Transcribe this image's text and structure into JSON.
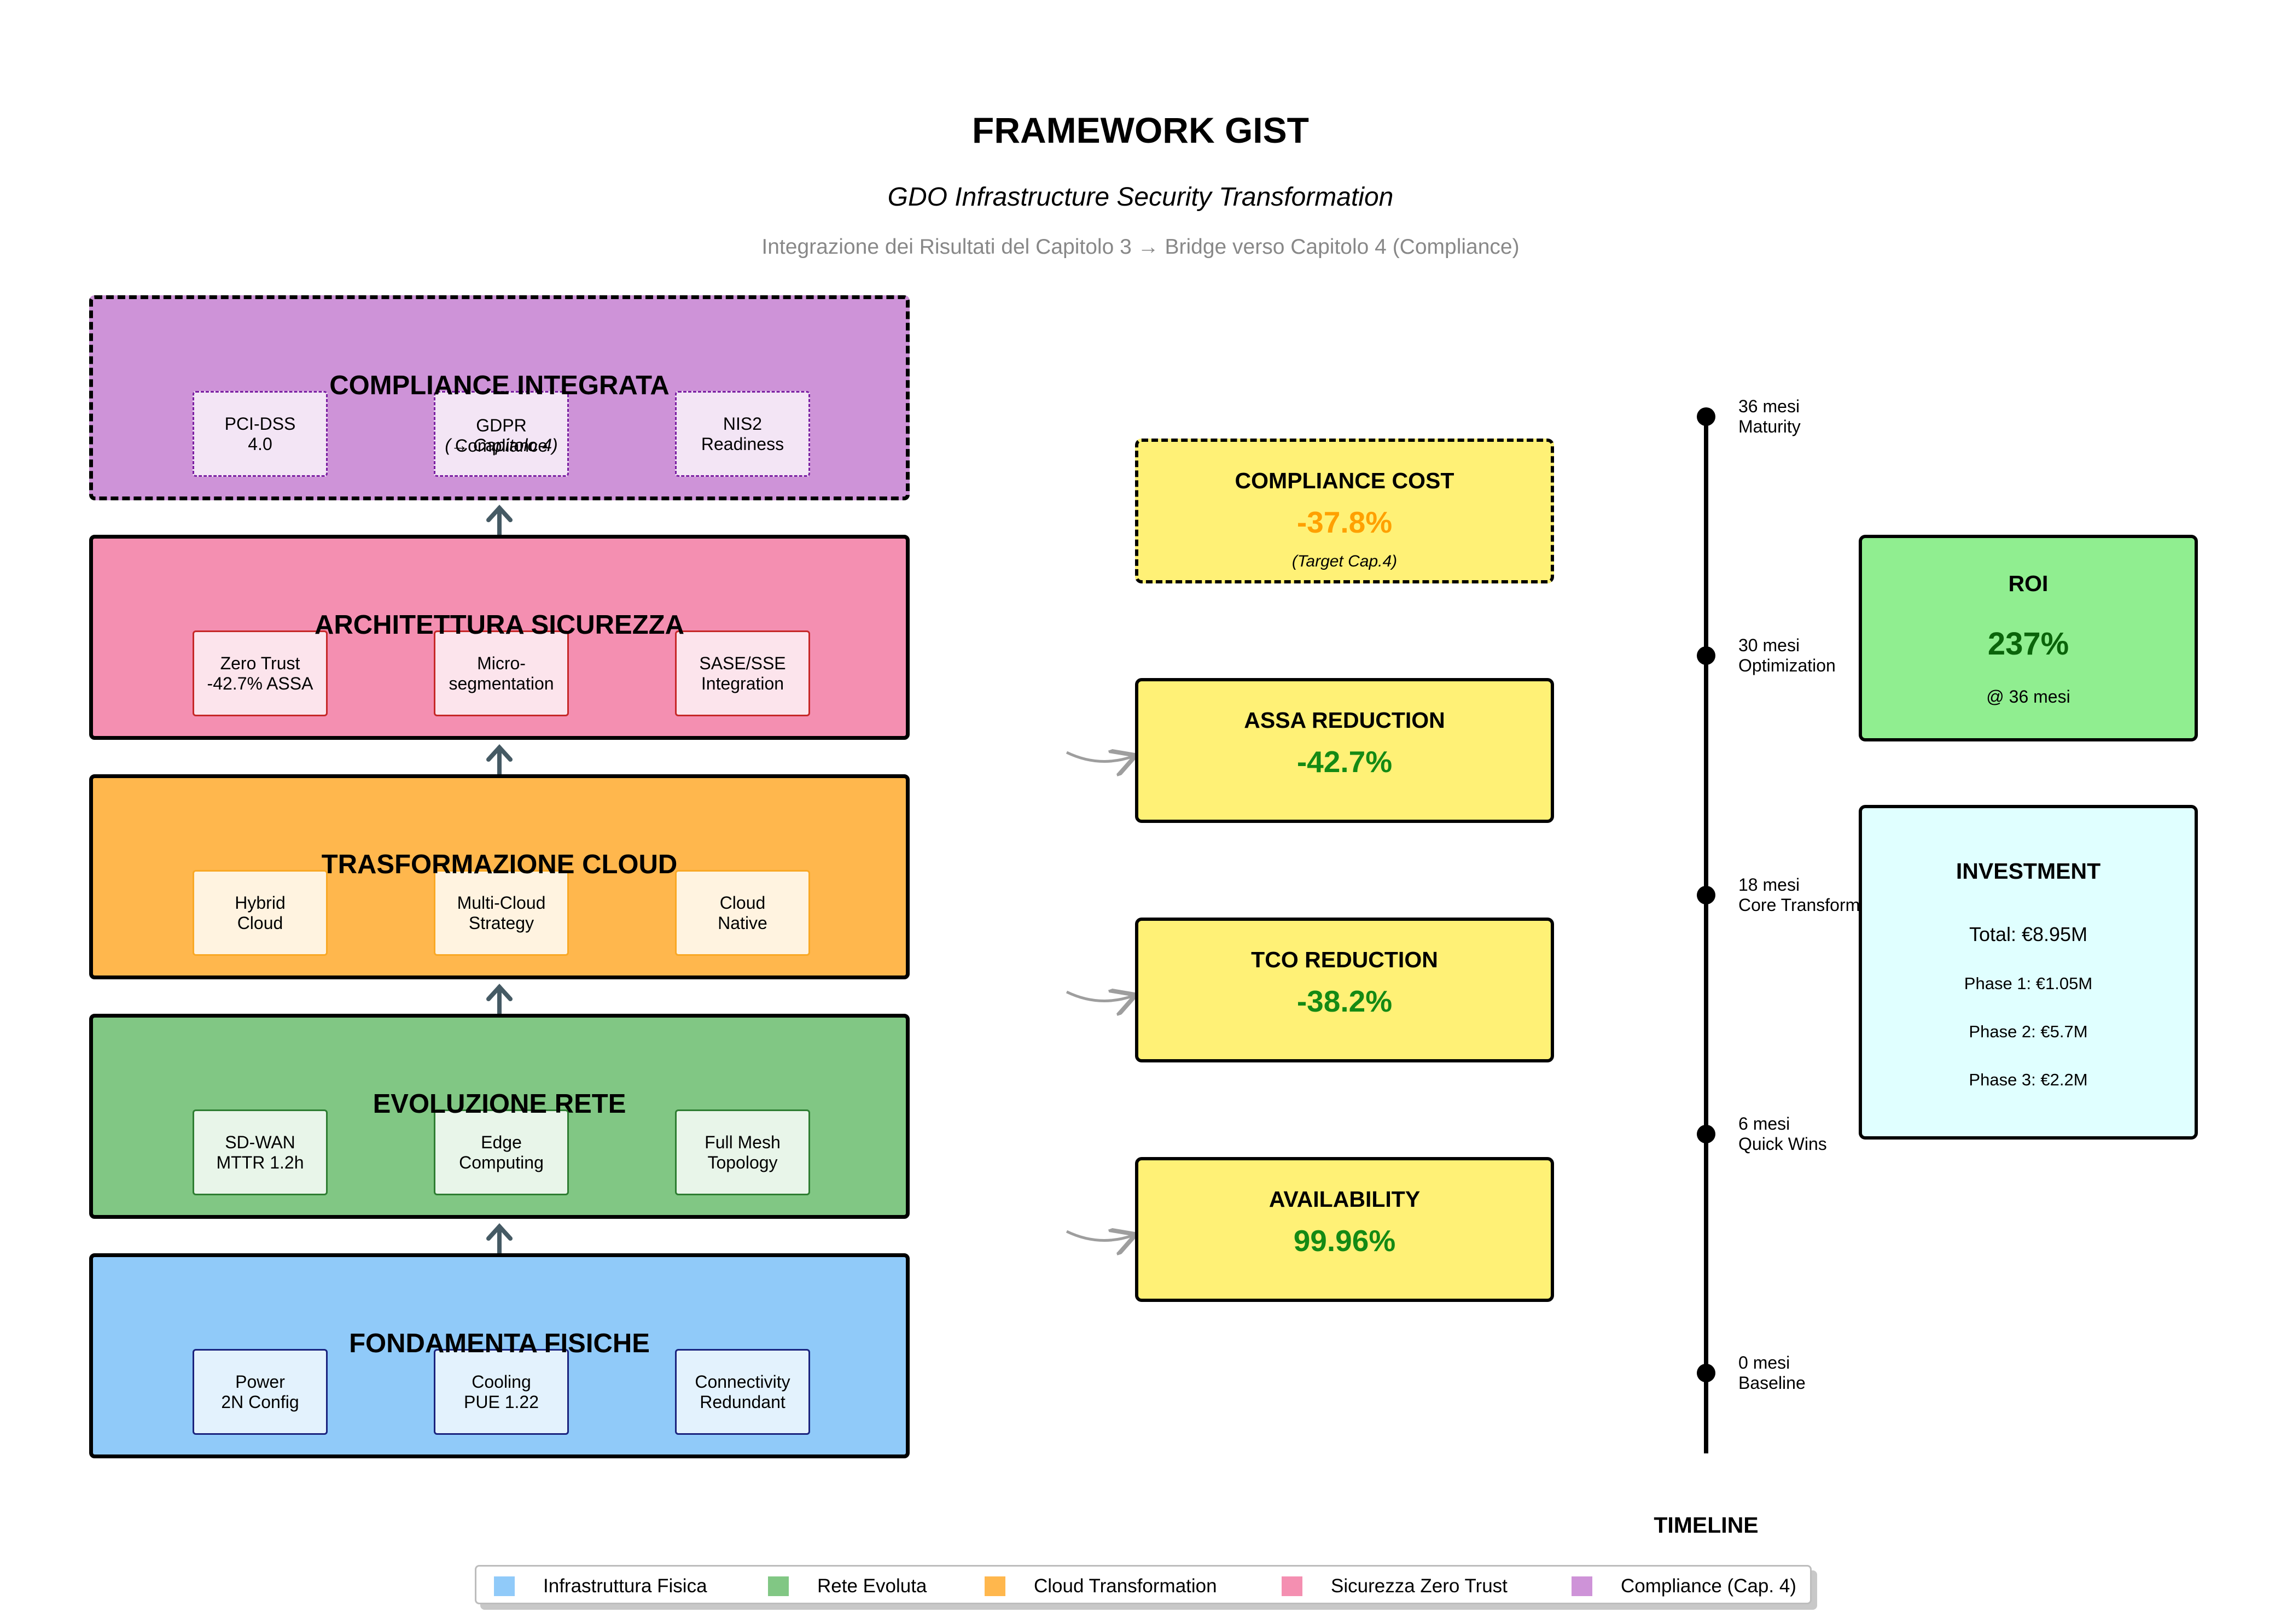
{
  "header": {
    "title": "FRAMEWORK GIST",
    "subtitle": "GDO Infrastructure Security Transformation",
    "bridge": "Integrazione dei Risultati del Capitolo 3 → Bridge verso Capitolo 4 (Compliance)"
  },
  "layers": {
    "compliance": {
      "title": "COMPLIANCE INTEGRATA",
      "color": "#ce93d8",
      "box_color": "#f3e5f5",
      "border_color": "#7b1fa2",
      "components": [
        "PCI-DSS\n4.0",
        "GDPR\nCompliance",
        "NIS2\nReadiness"
      ],
      "note": "(→ Capitolo 4)"
    },
    "security": {
      "title": "ARCHITETTURA SICUREZZA",
      "color": "#f48fb1",
      "box_color": "#fce4ec",
      "border_color": "#c62828",
      "components": [
        "Zero Trust\n-42.7% ASSA",
        "Micro-\nsegmentation",
        "SASE/SSE\nIntegration"
      ]
    },
    "cloud": {
      "title": "TRASFORMAZIONE CLOUD",
      "color": "#ffb74d",
      "box_color": "#fff3e0",
      "border_color": "#f9a825",
      "components": [
        "Hybrid\nCloud",
        "Multi-Cloud\nStrategy",
        "Cloud\nNative"
      ]
    },
    "network": {
      "title": "EVOLUZIONE RETE",
      "color": "#81c784",
      "box_color": "#e8f5e9",
      "border_color": "#2e7d32",
      "components": [
        "SD-WAN\nMTTR 1.2h",
        "Edge\nComputing",
        "Full Mesh\nTopology"
      ]
    },
    "physical": {
      "title": "FONDAMENTA FISICHE",
      "color": "#90caf9",
      "box_color": "#e3f2fd",
      "border_color": "#1a237e",
      "components": [
        "Power\n2N Config",
        "Cooling\nPUE 1.22",
        "Connectivity\nRedundant"
      ]
    }
  },
  "metrics": [
    {
      "label": "COMPLIANCE COST",
      "value": "-37.8%",
      "note": "(Target Cap.4)",
      "value_color": "#ffa000"
    },
    {
      "label": "ASSA REDUCTION",
      "value": "-42.7%",
      "value_color": "#148a14"
    },
    {
      "label": "TCO REDUCTION",
      "value": "-38.2%",
      "value_color": "#148a14"
    },
    {
      "label": "AVAILABILITY",
      "value": "99.96%",
      "value_color": "#148a14"
    }
  ],
  "timeline": {
    "title": "TIMELINE",
    "milestones": [
      {
        "label": "36 mesi\nMaturity"
      },
      {
        "label": "30 mesi\nOptimization"
      },
      {
        "label": "18 mesi\nCore Transform"
      },
      {
        "label": "6 mesi\nQuick Wins"
      },
      {
        "label": "0 mesi\nBaseline"
      }
    ]
  },
  "roi": {
    "title": "ROI",
    "value": "237%",
    "note": "@ 36 mesi",
    "color": "#90ee90",
    "value_color": "#0a640a"
  },
  "investment": {
    "title": "INVESTMENT",
    "color": "#e0ffff",
    "total": "Total: €8.95M",
    "phase1": "Phase 1: €1.05M",
    "phase2": "Phase 2: €5.7M",
    "phase3": "Phase 3: €2.2M"
  },
  "legend": [
    {
      "label": "Infrastruttura Fisica",
      "color": "#90caf9"
    },
    {
      "label": "Rete Evoluta",
      "color": "#81c784"
    },
    {
      "label": "Cloud Transformation",
      "color": "#ffb74d"
    },
    {
      "label": "Sicurezza Zero Trust",
      "color": "#f48fb1"
    },
    {
      "label": "Compliance (Cap. 4)",
      "color": "#ce93d8"
    }
  ]
}
